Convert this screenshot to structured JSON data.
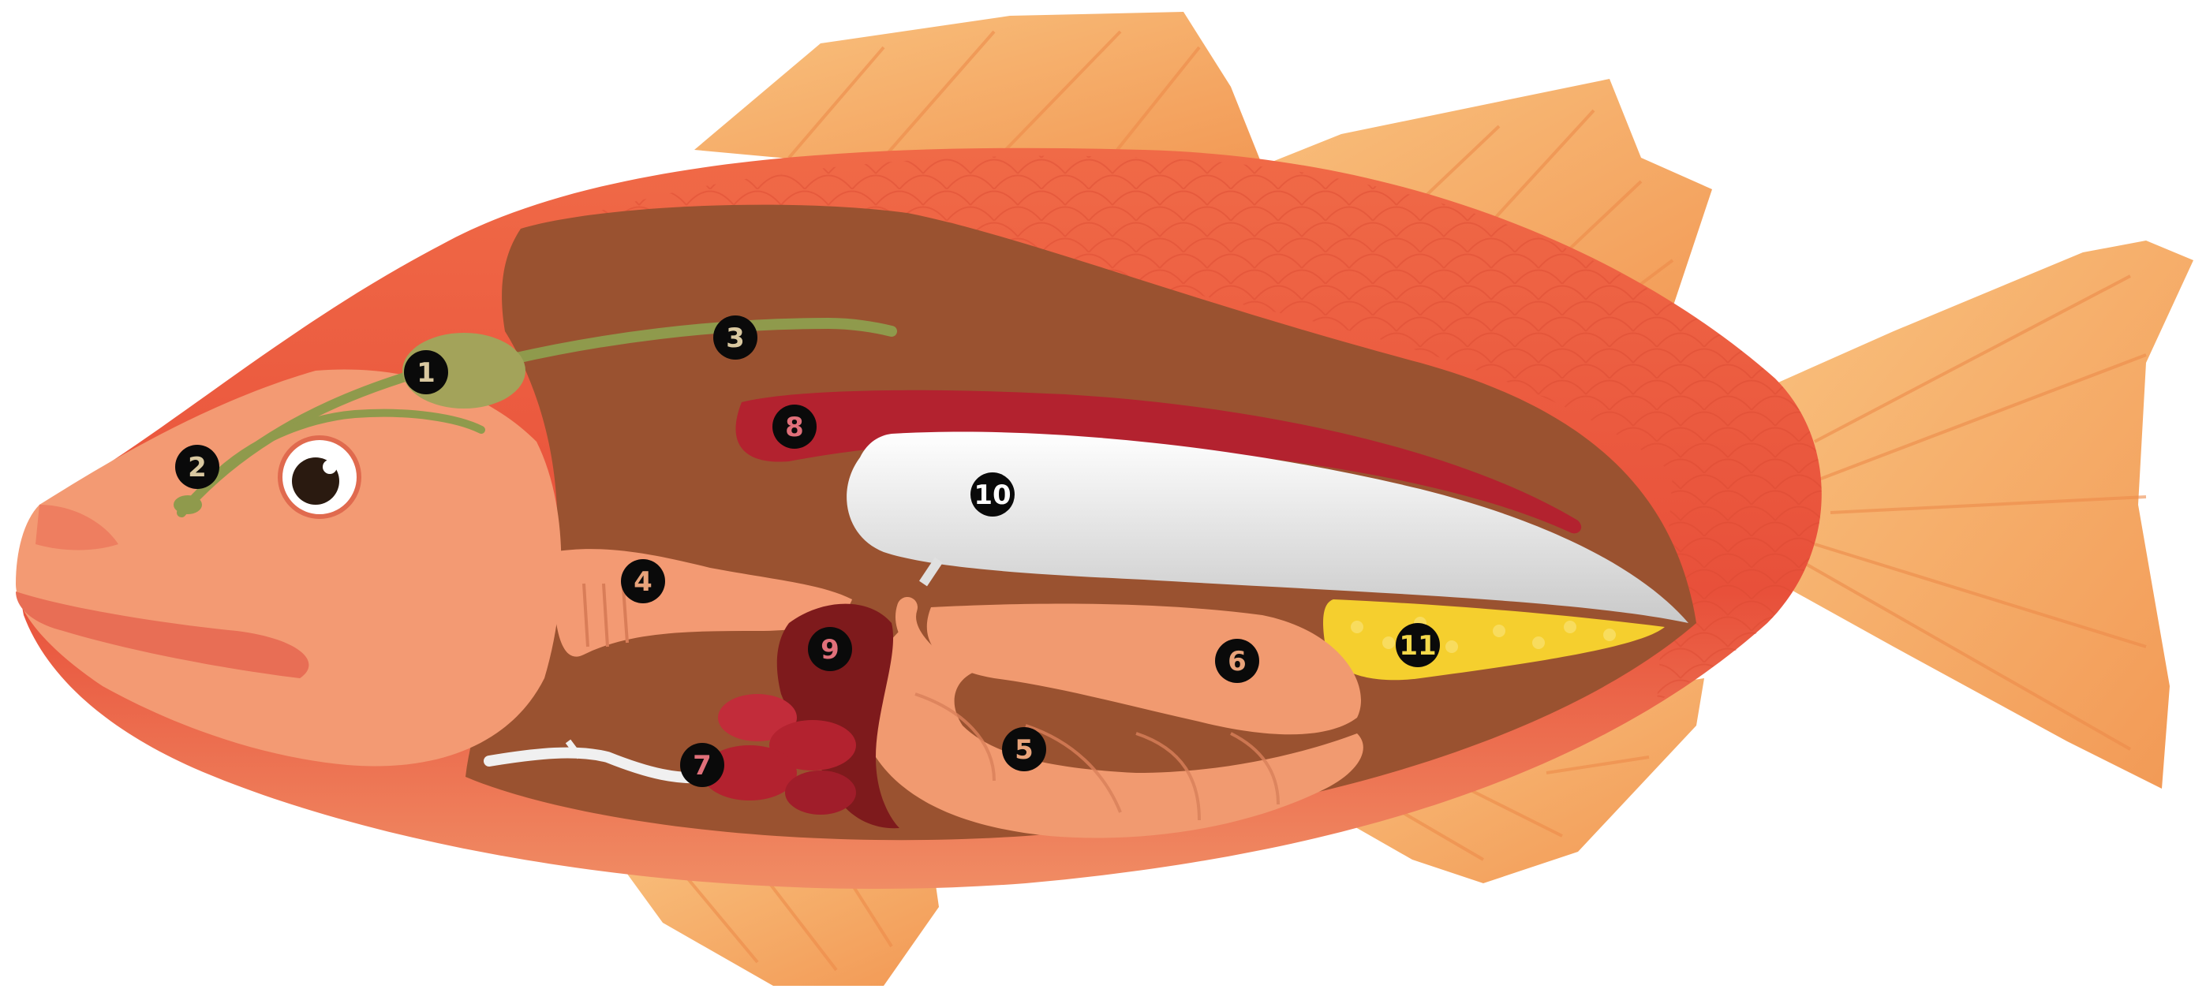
{
  "diagram": {
    "subject": "fish internal anatomy",
    "markers": [
      {
        "number": "1",
        "organ": "brain",
        "text_color": "#d9c8a0"
      },
      {
        "number": "2",
        "organ": "olfactory organ",
        "text_color": "#d9c8a0"
      },
      {
        "number": "3",
        "organ": "spinal cord",
        "text_color": "#d9c8a0"
      },
      {
        "number": "4",
        "organ": "esophagus",
        "text_color": "#e8a37a"
      },
      {
        "number": "5",
        "organ": "intestine",
        "text_color": "#e8a37a"
      },
      {
        "number": "6",
        "organ": "stomach",
        "text_color": "#e8a37a"
      },
      {
        "number": "7",
        "organ": "heart",
        "text_color": "#e0707a"
      },
      {
        "number": "8",
        "organ": "kidney",
        "text_color": "#e0707a"
      },
      {
        "number": "9",
        "organ": "liver",
        "text_color": "#e0707a"
      },
      {
        "number": "10",
        "organ": "swim bladder",
        "text_color": "#ffffff"
      },
      {
        "number": "11",
        "organ": "gonad",
        "text_color": "#f5d94a"
      }
    ]
  },
  "colors": {
    "body": "#ec5a3e",
    "fin": "#f7ae6a",
    "head": "#f39a73",
    "cavity": "#9a5230",
    "nerve": "#8f9a4c",
    "blood_organ": "#b3222f",
    "gut": "#f19a70",
    "bladder": "#f2f2f2",
    "gonad": "#f5cf2e",
    "marker": "#0a0a0a"
  }
}
